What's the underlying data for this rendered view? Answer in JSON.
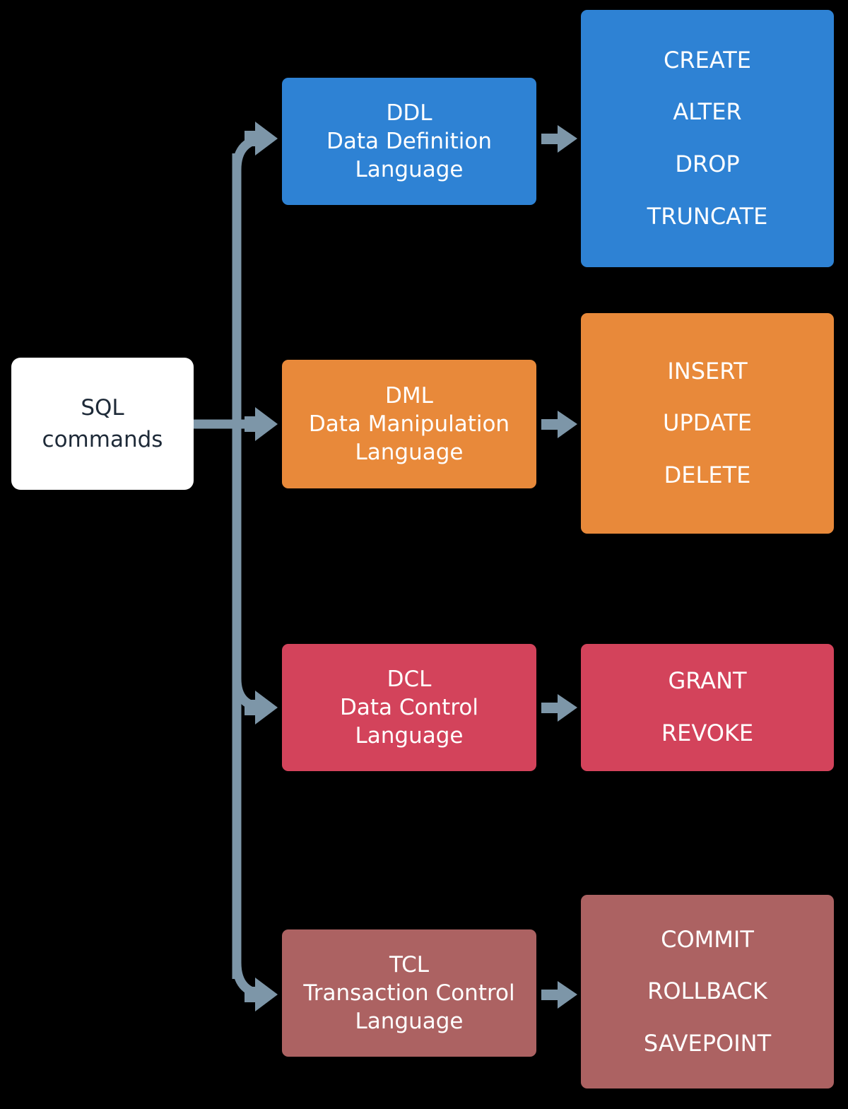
{
  "diagram": {
    "title": "SQL commands",
    "type": "flowchart",
    "root": {
      "id": "sql-commands",
      "lines": [
        "SQL",
        "commands"
      ],
      "fill": "#ffffff",
      "text_color": "#1e2a38"
    },
    "branches": [
      {
        "id": "ddl",
        "abbr": "DDL",
        "lines": [
          "DDL",
          "Data Definition",
          "Language"
        ],
        "fill": "#2e82d4",
        "text_color": "#ffffff",
        "commands": [
          "CREATE",
          "ALTER",
          "DROP",
          "TRUNCATE"
        ]
      },
      {
        "id": "dml",
        "abbr": "DML",
        "lines": [
          "DML",
          "Data Manipulation",
          "Language"
        ],
        "fill": "#e8893a",
        "text_color": "#ffffff",
        "commands": [
          "INSERT",
          "UPDATE",
          "DELETE"
        ]
      },
      {
        "id": "dcl",
        "abbr": "DCL",
        "lines": [
          "DCL",
          "Data Control",
          "Language"
        ],
        "fill": "#d3435b",
        "text_color": "#ffffff",
        "commands": [
          "GRANT",
          "REVOKE"
        ]
      },
      {
        "id": "tcl",
        "abbr": "TCL",
        "lines": [
          "TCL",
          "Transaction Control",
          "Language"
        ],
        "fill": "#ac6262",
        "text_color": "#ffffff",
        "commands": [
          "COMMIT",
          "ROLLBACK",
          "SAVEPOINT"
        ]
      }
    ],
    "connector": {
      "color": "#7d96a8",
      "style": "elbow-arrow"
    },
    "background": "#000000"
  }
}
